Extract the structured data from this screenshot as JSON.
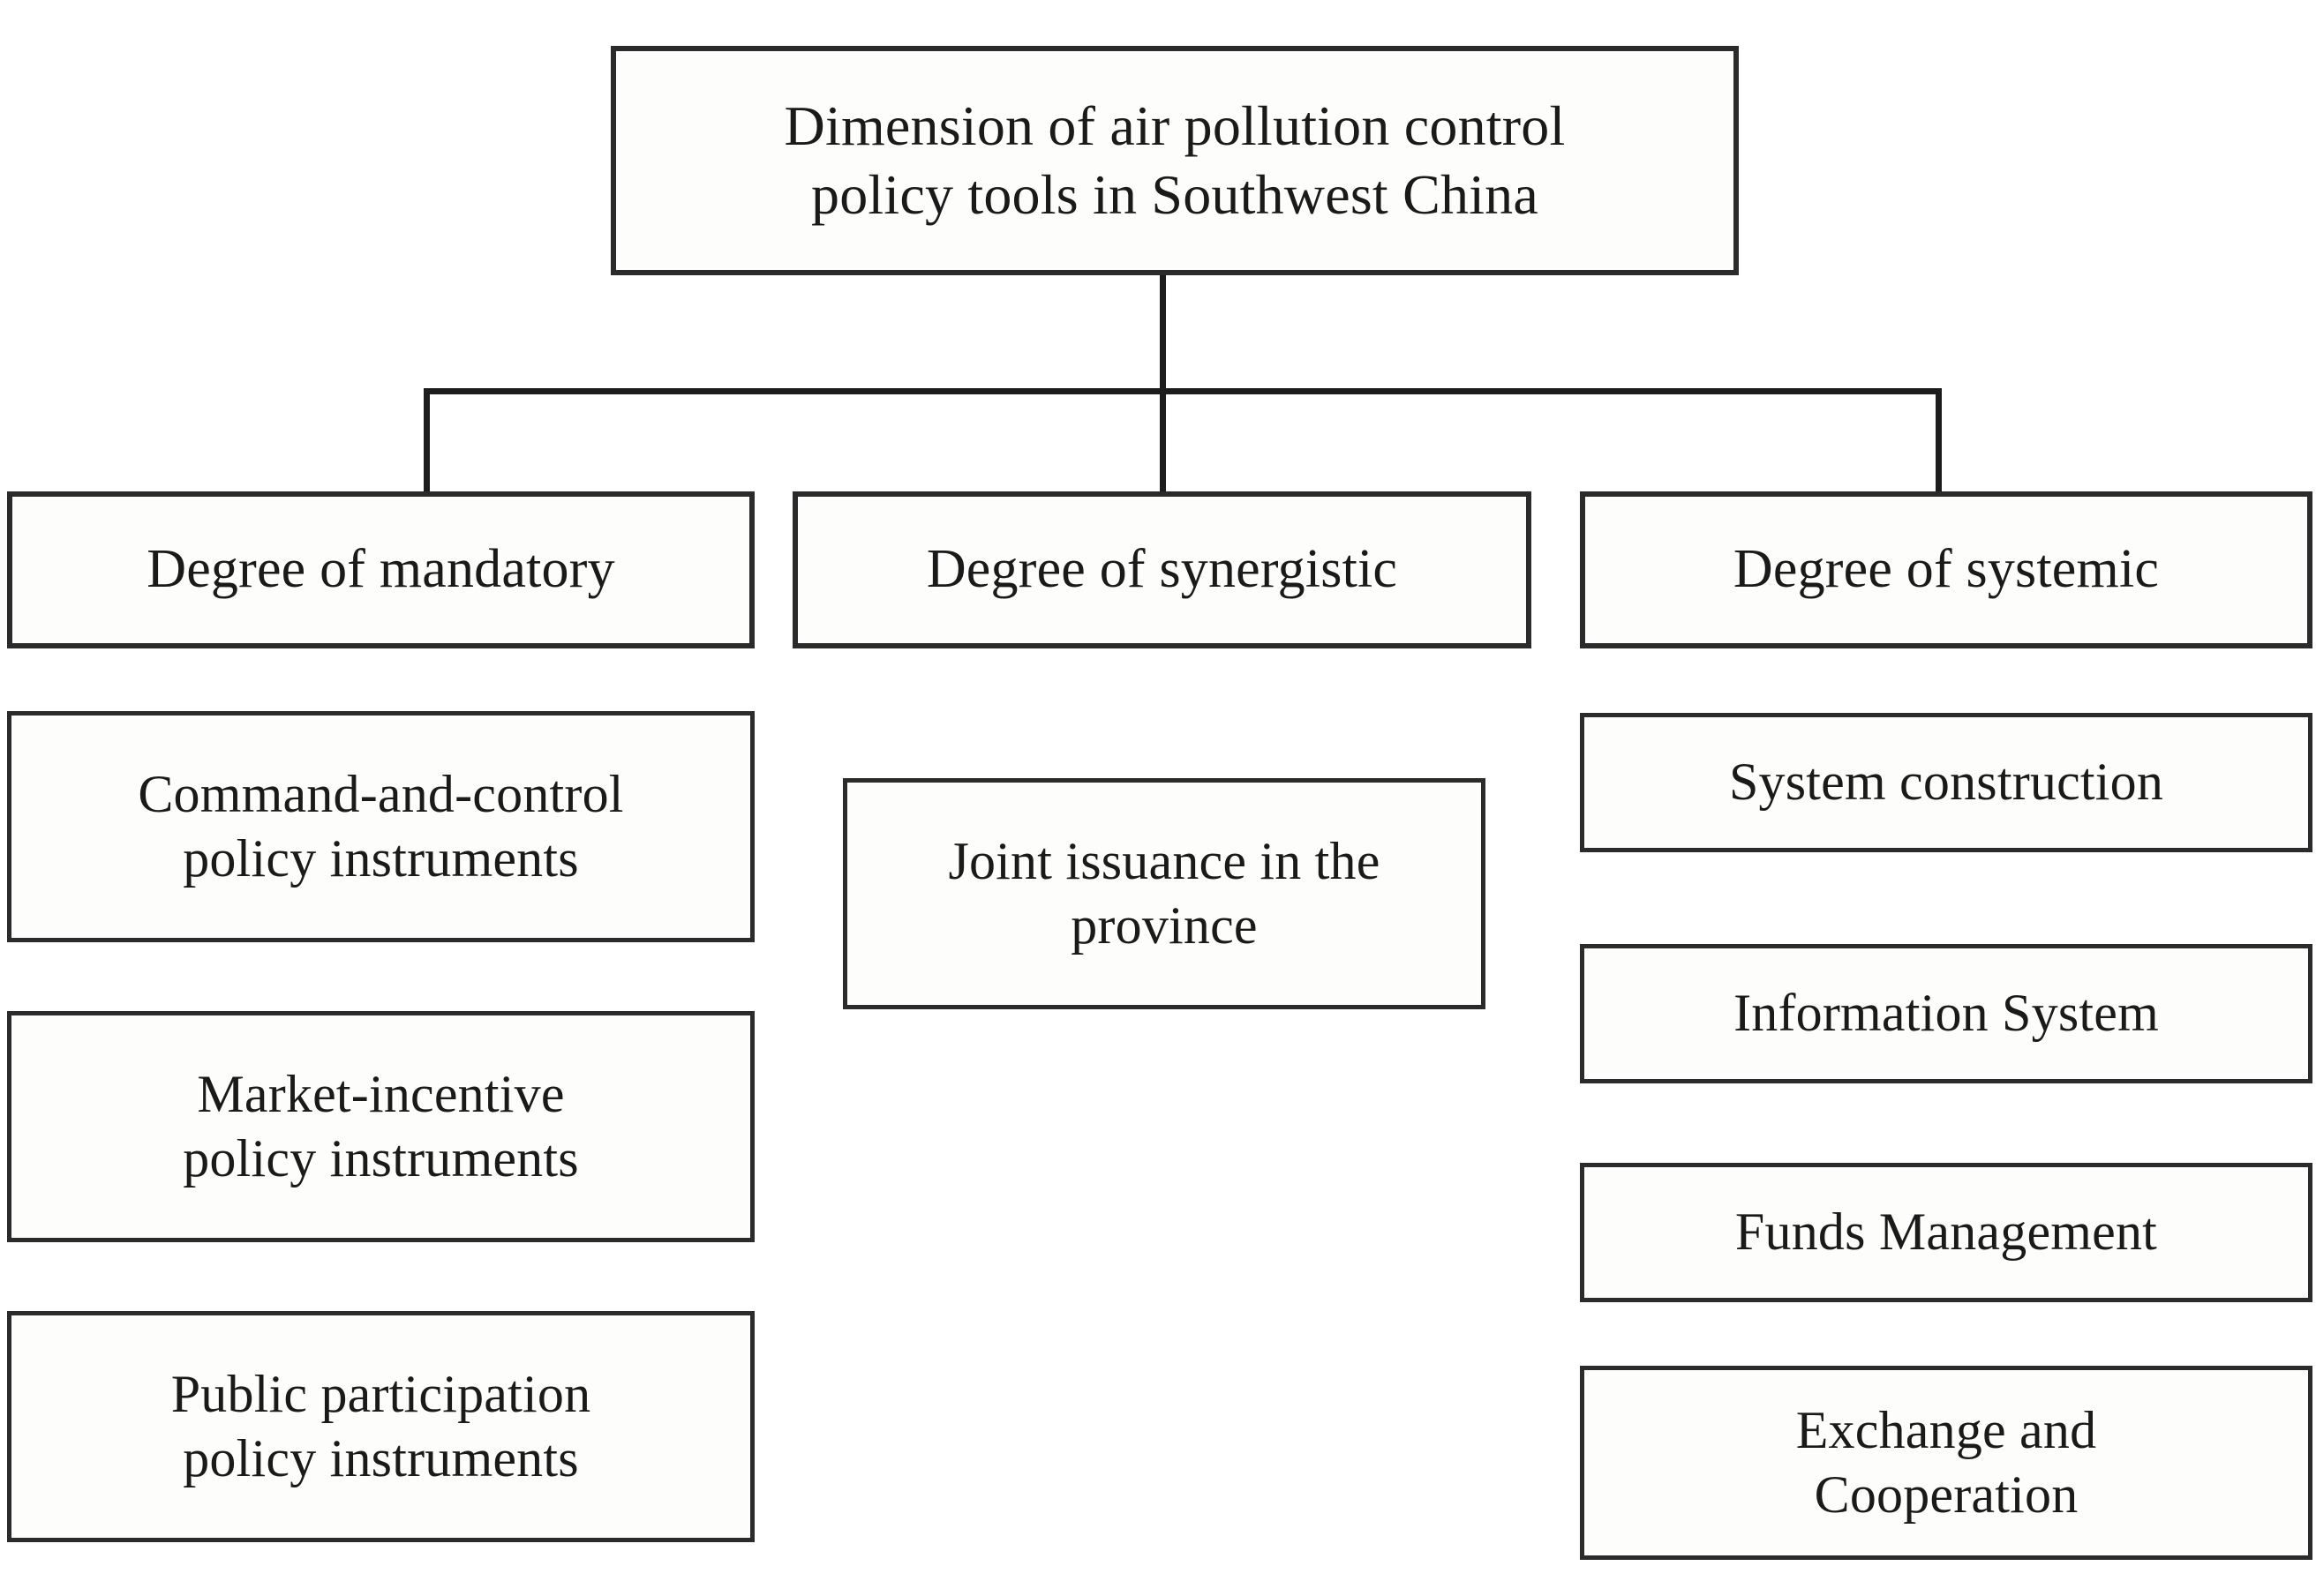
{
  "diagram": {
    "root": {
      "label": "Dimension of air pollution control\npolicy tools in Southwest China"
    },
    "branches": [
      {
        "label": "Degree of mandatory",
        "children": [
          {
            "label": "Command-and-control\npolicy instruments"
          },
          {
            "label": "Market-incentive\npolicy instruments"
          },
          {
            "label": "Public participation\npolicy instruments"
          }
        ]
      },
      {
        "label": "Degree of synergistic",
        "children": [
          {
            "label": "Joint issuance in the\nprovince"
          }
        ]
      },
      {
        "label": "Degree of systemic",
        "children": [
          {
            "label": "System construction"
          },
          {
            "label": "Information System"
          },
          {
            "label": "Funds Management"
          },
          {
            "label": "Exchange and\nCooperation"
          }
        ]
      }
    ],
    "style": {
      "border_color": "#2b2b2b",
      "connector_color": "#1d1d1d",
      "text_color": "#1a1a1a",
      "background_color": "#ffffff"
    }
  }
}
